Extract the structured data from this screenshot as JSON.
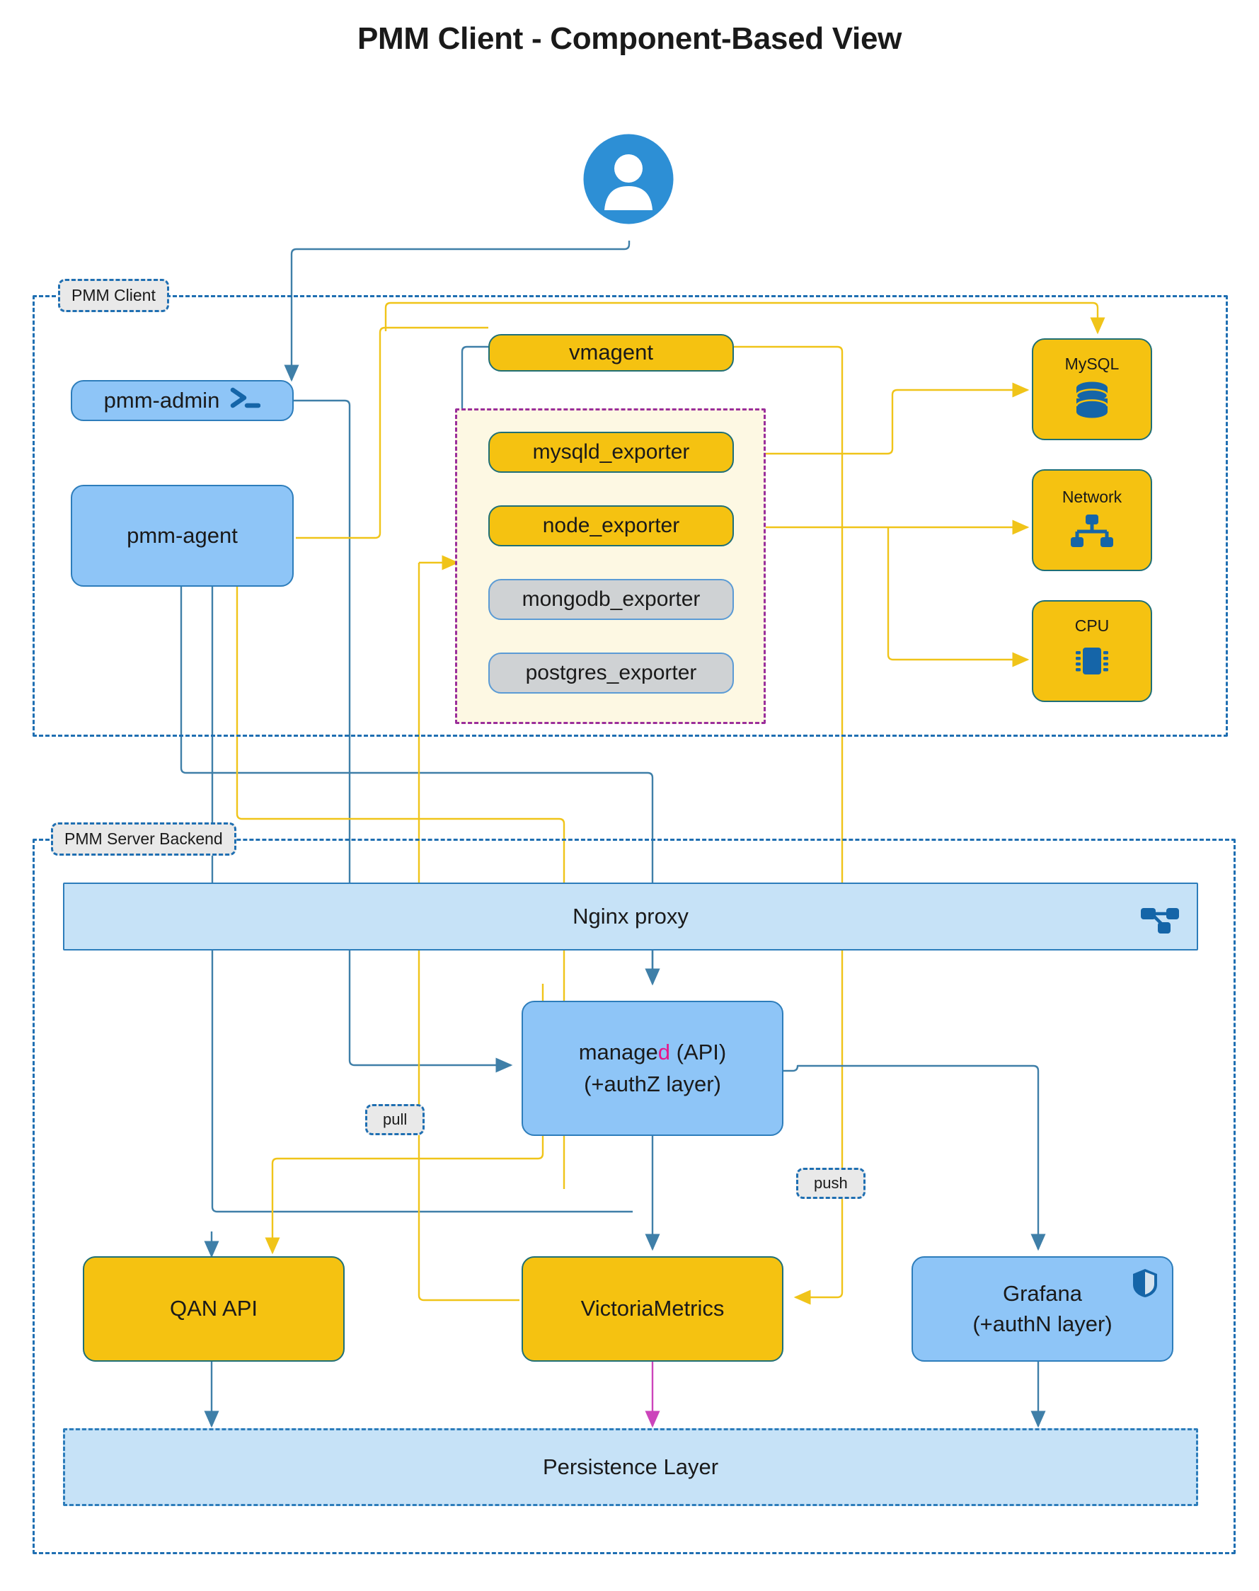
{
  "title": "PMM Client - Component-Based View",
  "actor": {
    "name": "user-actor",
    "icon": "user-avatar-icon"
  },
  "groups": [
    {
      "id": "pmm-client",
      "label": "PMM Client"
    },
    {
      "id": "pmm-server-backend",
      "label": "PMM Server Backend"
    }
  ],
  "client": {
    "nodes": [
      {
        "id": "pmm-admin",
        "label": "pmm-admin",
        "icon": "terminal-prompt-icon",
        "style": "blue"
      },
      {
        "id": "pmm-agent",
        "label": "pmm-agent",
        "style": "blue"
      },
      {
        "id": "vmagent",
        "label": "vmagent",
        "style": "yellow"
      }
    ],
    "exporters": [
      {
        "id": "mysqld-exporter",
        "label": "mysqld_exporter",
        "style": "yellow"
      },
      {
        "id": "node-exporter",
        "label": "node_exporter",
        "style": "yellow"
      },
      {
        "id": "mongodb-exporter",
        "label": "mongodb_exporter",
        "style": "gray"
      },
      {
        "id": "postgres-exporter",
        "label": "postgres_exporter",
        "style": "gray"
      }
    ],
    "targets": [
      {
        "id": "mysql",
        "label": "MySQL",
        "icon": "database-icon",
        "style": "yellow"
      },
      {
        "id": "network",
        "label": "Network",
        "icon": "network-sitemap-icon",
        "style": "yellow"
      },
      {
        "id": "cpu",
        "label": "CPU",
        "icon": "cpu-chip-icon",
        "style": "yellow"
      }
    ]
  },
  "server": {
    "nginx": {
      "id": "nginx-proxy",
      "label": "Nginx proxy",
      "icon": "proxy-sitemap-icon"
    },
    "managed": {
      "id": "managed-api",
      "line1_a": "manage",
      "line1_highlight": "d",
      "line1_b": " (API)",
      "line2": "(+authZ layer)",
      "highlight_color": "#e8168a"
    },
    "qan": {
      "id": "qan-api",
      "label": "QAN API"
    },
    "victoria": {
      "id": "victoriametrics",
      "label": "VictoriaMetrics"
    },
    "grafana": {
      "id": "grafana",
      "line1": "Grafana",
      "line2": "(+authN layer)",
      "icon": "shield-icon"
    },
    "persistence": {
      "id": "persistence-layer",
      "label": "Persistence Layer"
    }
  },
  "edge_labels": [
    {
      "id": "pull",
      "label": "pull"
    },
    {
      "id": "push",
      "label": "push"
    }
  ],
  "colors": {
    "blue_node": "#8ec5f7",
    "yellow_node": "#f5c211",
    "gray_node": "#cfd2d4",
    "light_blue": "#c6e2f7",
    "edge_blue": "#3f7fa8",
    "edge_yellow": "#f0c419",
    "edge_magenta": "#cc44bb",
    "group_border": "#1f6fb2",
    "exporter_zone_border": "#9b2f9b",
    "accent_magenta": "#e8168a"
  }
}
